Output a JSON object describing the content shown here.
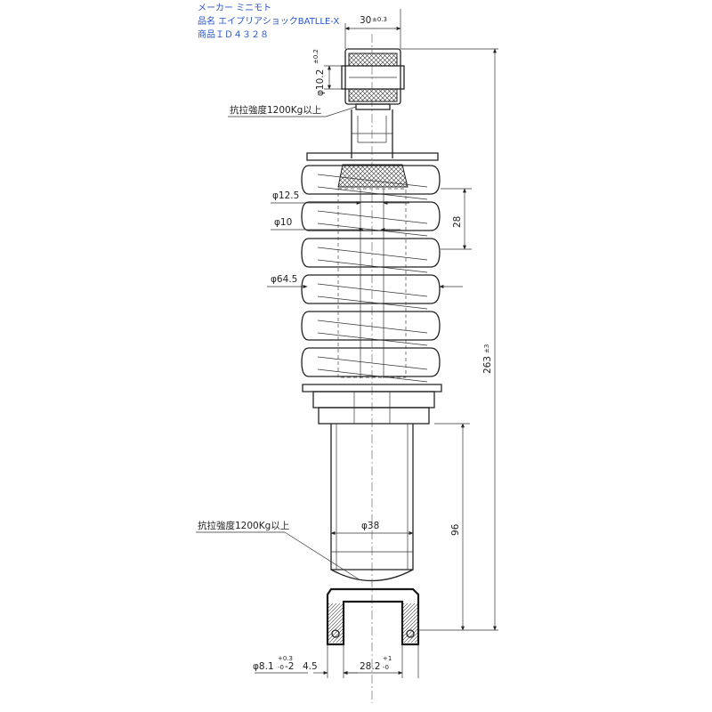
{
  "header": {
    "maker": "メーカー ミニモト",
    "product_name": "品名 エイプリアショックBATLLE-X",
    "product_id": "商品ＩＤ４３２８"
  },
  "dimensions": {
    "top_width": {
      "main": "30",
      "tol": "±0.3"
    },
    "top_bore": {
      "main": "φ10.2",
      "tol": "±0.2"
    },
    "tensile_top": "抗拉強度1200Kg以上",
    "rod_dia": "φ12.5",
    "inner_dia": "φ10",
    "pitch": "28",
    "spring_dia": "φ64.5",
    "overall_length": {
      "main": "263",
      "tol": "±3"
    },
    "lower_length": "96",
    "tensile_bottom": "抗拉強度1200Kg以上",
    "body_dia": "φ38",
    "bottom_bore": {
      "main": "φ8.1",
      "tol_upper": "+0.3",
      "tol_lower": "-0",
      "suffix": "-2"
    },
    "wall": "4.5",
    "bottom_width": {
      "main": "28.2",
      "tol_upper": "+1",
      "tol_lower": "-0"
    }
  },
  "colors": {
    "header_text": "#2a55c8",
    "line": "#222222"
  }
}
